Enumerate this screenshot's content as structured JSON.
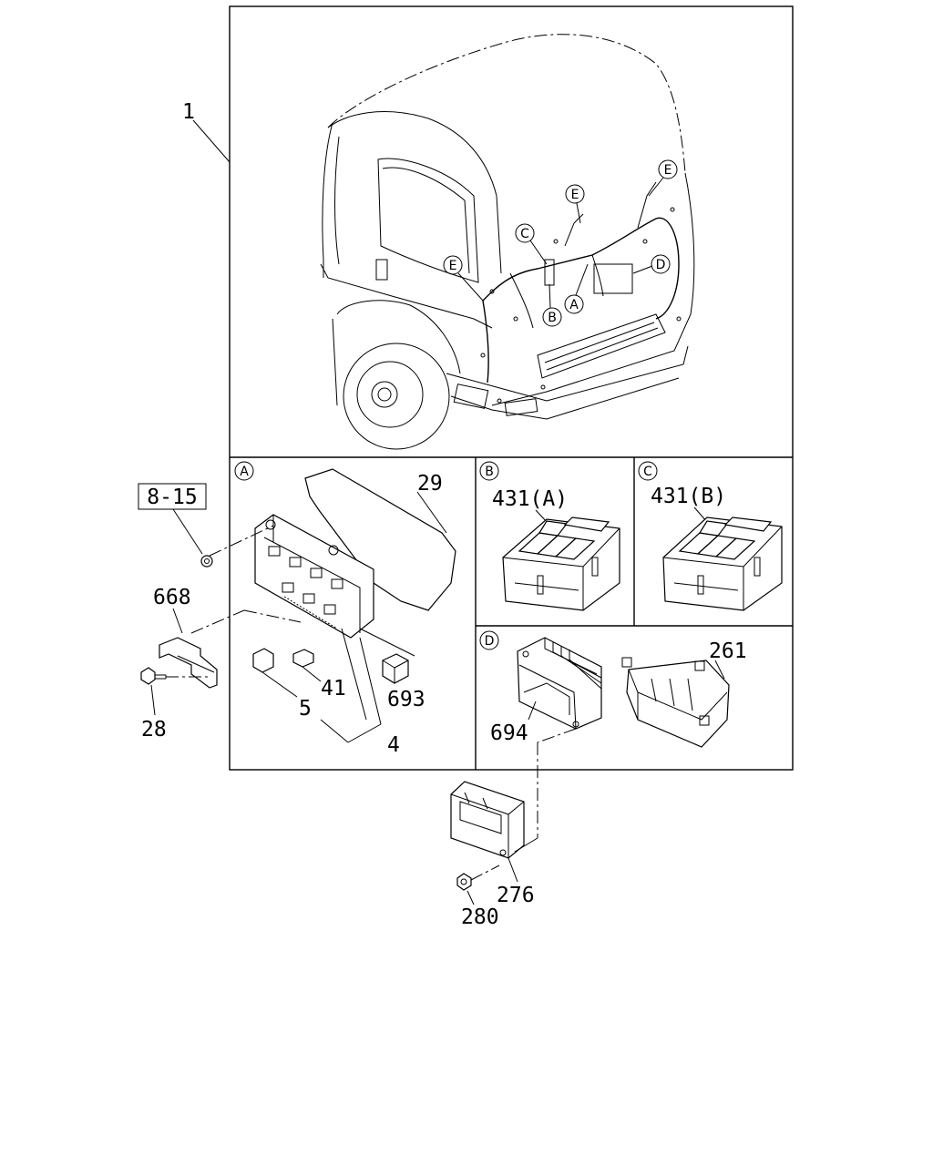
{
  "refs": {
    "r1": "1",
    "r8_15": "8-15",
    "r668": "668",
    "r28": "28",
    "r29": "29",
    "r5": "5",
    "r41": "41",
    "r4": "4",
    "r693": "693",
    "r431a": "431(A)",
    "r431b": "431(B)",
    "r694": "694",
    "r261": "261",
    "r276": "276",
    "r280": "280"
  },
  "callouts": {
    "A": "A",
    "B": "B",
    "C": "C",
    "D": "D",
    "E": "E"
  },
  "panels": [
    {
      "id": "main-view"
    },
    {
      "id": "detail-A",
      "letter": "A"
    },
    {
      "id": "detail-B",
      "letter": "B"
    },
    {
      "id": "detail-C",
      "letter": "C"
    },
    {
      "id": "detail-D",
      "letter": "D"
    }
  ]
}
